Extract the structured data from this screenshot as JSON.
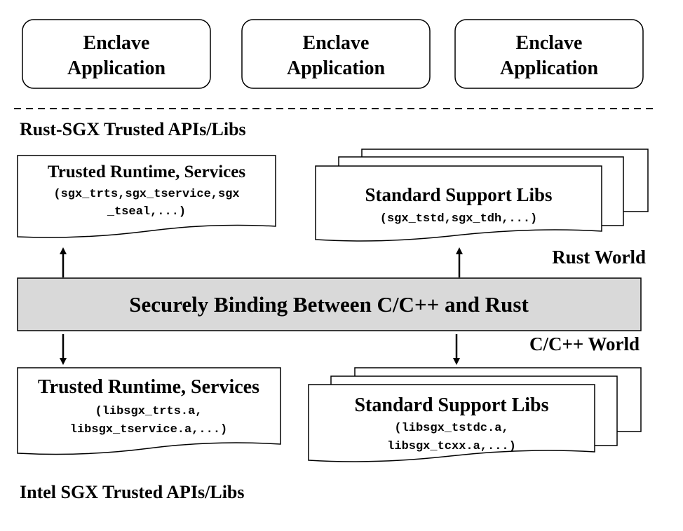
{
  "apps": [
    {
      "line1": "Enclave",
      "line2": "Application"
    },
    {
      "line1": "Enclave",
      "line2": "Application"
    },
    {
      "line1": "Enclave",
      "line2": "Application"
    }
  ],
  "rust_section_label": "Rust-SGX Trusted APIs/Libs",
  "rust_runtime": {
    "title": "Trusted Runtime, Services",
    "line1": "(sgx_trts,sgx_tservice,sgx",
    "line2": "_tseal,...)"
  },
  "rust_support": {
    "title": "Standard Support Libs",
    "line1": "(sgx_tstd,sgx_tdh,...)"
  },
  "rust_world_label": "Rust World",
  "binding_label": "Securely Binding Between C/C++ and Rust",
  "c_world_label": "C/C++ World",
  "intel_runtime": {
    "title": "Trusted Runtime, Services",
    "line1": "(libsgx_trts.a,",
    "line2": "libsgx_tservice.a,...)"
  },
  "intel_support": {
    "title": "Standard Support Libs",
    "line1": "(libsgx_tstdc.a,",
    "line2": "libsgx_tcxx.a,...)"
  },
  "intel_section_label": "Intel SGX Trusted APIs/Libs"
}
